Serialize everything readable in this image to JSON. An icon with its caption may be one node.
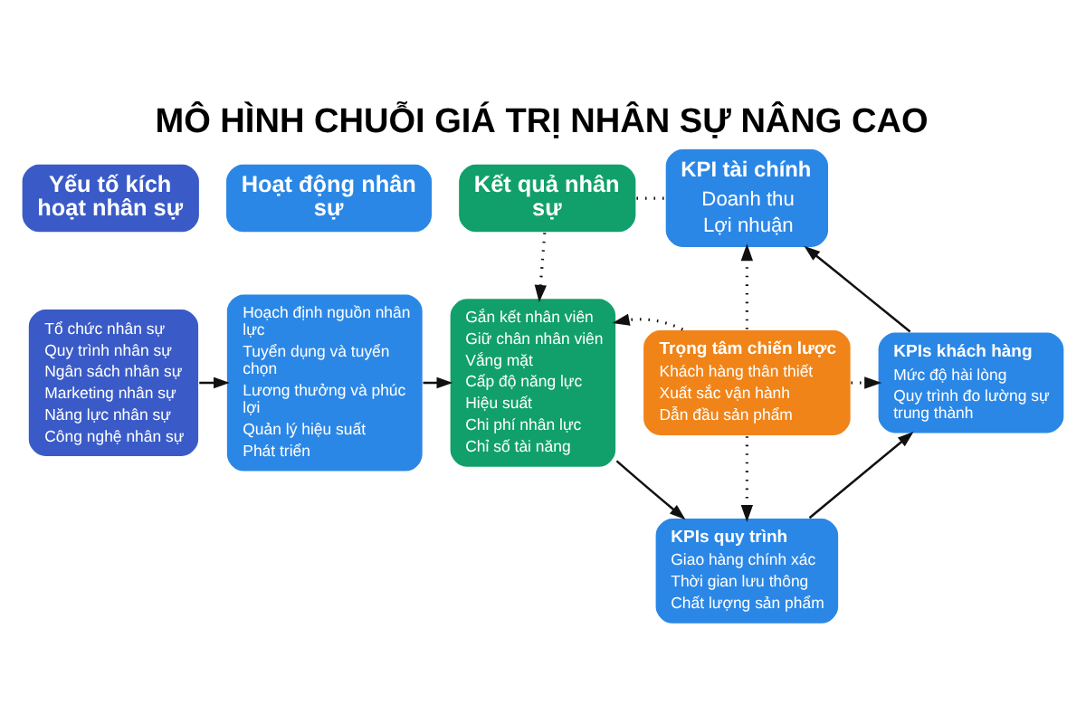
{
  "diagram": {
    "title": "MÔ HÌNH CHUỖI GIÁ TRỊ NHÂN SỰ NÂNG CAO",
    "nodes": [
      {
        "text": [
          "Yếu tố kích hoạt nhân sự"
        ]
      },
      {
        "text": [
          "Hoạt động nhân sự"
        ]
      },
      {
        "text": [
          "Kết quả nhân sự"
        ]
      },
      {
        "text": [
          "KPI tài chính",
          "Doanh thu",
          "Lợi nhuận"
        ]
      },
      {
        "text": [
          "Tổ chức nhân sự",
          "Quy trình nhân sự",
          "Ngân sách nhân sự",
          "Marketing nhân sự",
          "Năng lực nhân sự",
          "Công nghệ nhân sự"
        ]
      },
      {
        "text": [
          "Hoạch định nguồn nhân lực",
          "Tuyển dụng và tuyển chọn",
          "Lương thưởng và phúc lợi",
          "Quản lý hiệu suất",
          "Phát triển"
        ]
      },
      {
        "text": [
          "Gắn kết nhân viên",
          "Giữ chân nhân viên",
          "Vắng mặt",
          "Cấp độ năng lực",
          "Hiệu suất",
          "Chi phí nhân lực",
          "Chỉ số tài năng"
        ]
      },
      {
        "text": [
          "Trọng tâm chiến lược",
          "Khách hàng thân thiết",
          "Xuất sắc vận hành",
          "Dẫn đầu sản phẩm"
        ]
      },
      {
        "text": [
          "KPIs khách hàng",
          "Mức độ hài lòng",
          "Quy trình đo lường sự trung thành"
        ]
      },
      {
        "text": [
          "KPIs quy trình",
          "Giao hàng chính xác",
          "Thời gian lưu thông",
          "Chất lượng sản phẩm"
        ]
      }
    ],
    "edges": [
      {
        "from": 4,
        "to": 5,
        "arrow": "to"
      },
      {
        "from": 5,
        "to": 6,
        "arrow": "to"
      },
      {
        "from": 2,
        "to": 6,
        "arrow": "to",
        "style": "dashed"
      },
      {
        "from": 2,
        "to": 3,
        "arrow": "none",
        "style": "dashed"
      },
      {
        "from": 7,
        "to": 3,
        "arrow": "to",
        "style": "dashed"
      },
      {
        "from": 7,
        "to": 6,
        "arrow": "to",
        "style": "dashed"
      },
      {
        "from": 7,
        "to": 8,
        "arrow": "to",
        "style": "dashed"
      },
      {
        "from": 7,
        "to": 9,
        "arrow": "to",
        "style": "dashed"
      },
      {
        "from": 6,
        "to": 9,
        "arrow": "to"
      },
      {
        "from": 9,
        "to": 8,
        "arrow": "to"
      },
      {
        "from": 8,
        "to": 3,
        "arrow": "to"
      }
    ]
  }
}
